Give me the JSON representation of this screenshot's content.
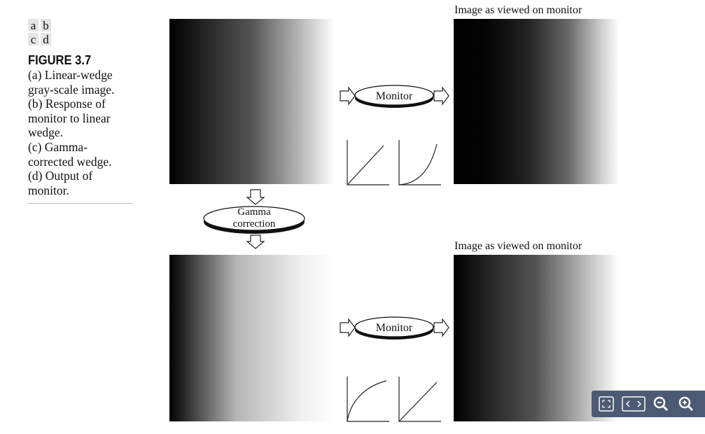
{
  "panel_letters": [
    [
      "a",
      "b"
    ],
    [
      "c",
      "d"
    ]
  ],
  "figure": {
    "label": "FIGURE 3.7",
    "caption_lines": [
      "(a) Linear-wedge",
      "gray-scale image.",
      "(b) Response of",
      "monitor to linear",
      "wedge.",
      "(c) Gamma-",
      "corrected wedge.",
      "(d) Output of",
      "monitor."
    ]
  },
  "labels": {
    "viewed_top": "Image as viewed on monitor",
    "viewed_bottom": "Image as viewed on monitor",
    "monitor_top": "Monitor",
    "monitor_bottom": "Monitor",
    "gamma_line1": "Gamma",
    "gamma_line2": "correction"
  },
  "toolbar": {
    "buttons": [
      "fit-page-icon",
      "page-nav-icon",
      "zoom-out-icon",
      "zoom-in-icon"
    ],
    "color": "#4d5a74"
  }
}
